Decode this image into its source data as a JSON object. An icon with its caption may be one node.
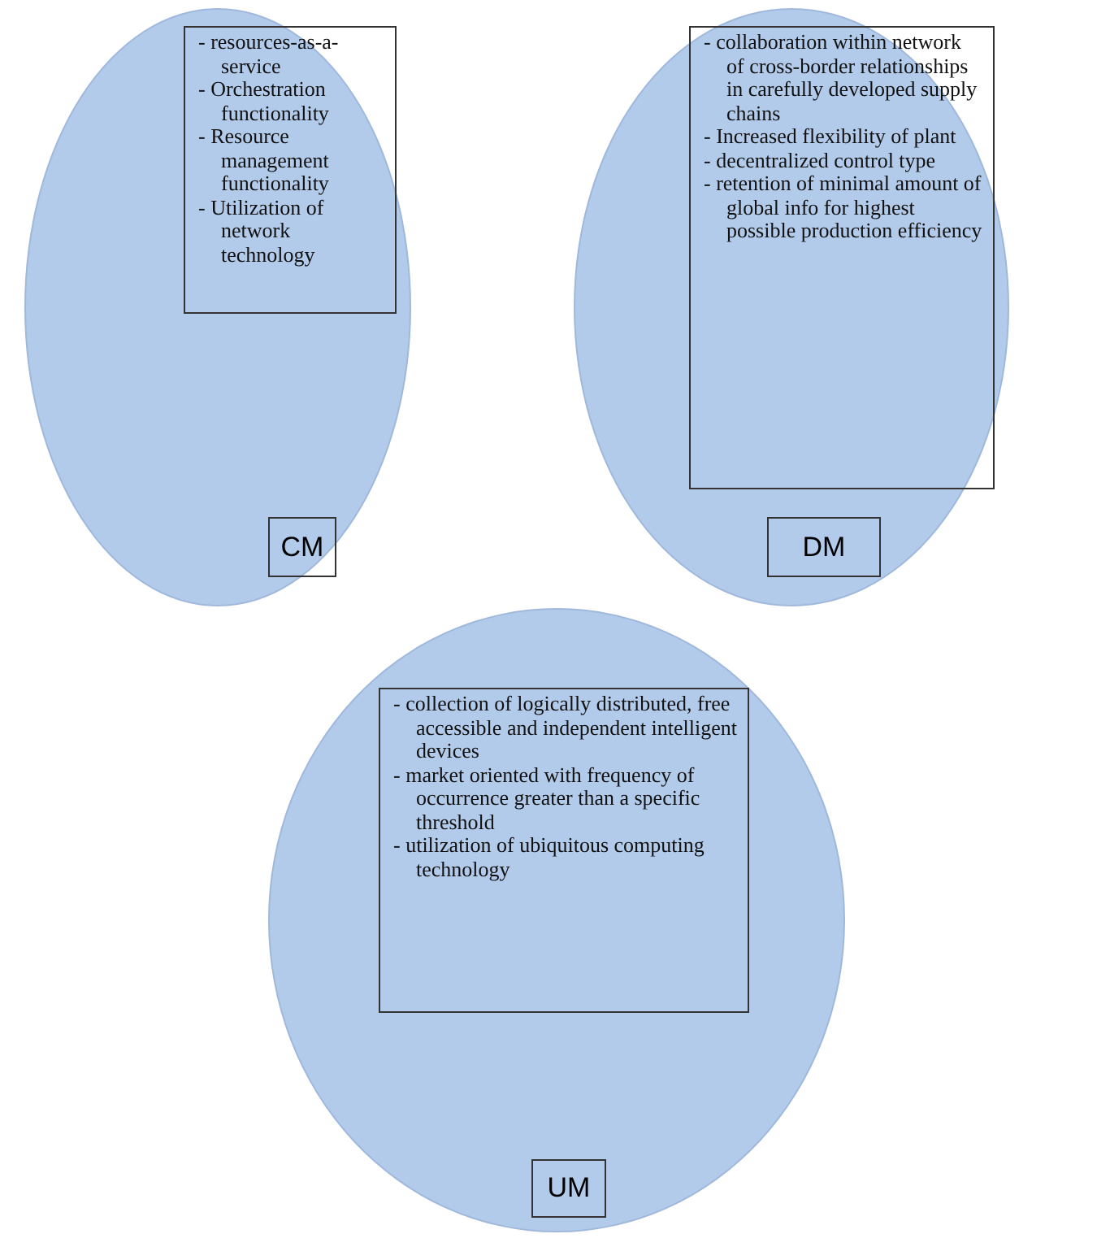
{
  "diagram": {
    "nodes": [
      {
        "text": [],
        "shape": "circle"
      },
      {
        "text": [
          "- resources-as-a-service",
          "- Orchestration functionality",
          "- Resource management functionality",
          "- Utilization of network technology"
        ],
        "in": 0
      },
      {
        "text": [
          "CM"
        ],
        "in": 0
      },
      {
        "text": [],
        "shape": "circle"
      },
      {
        "text": [
          "- collaboration within network of cross-border relationships in carefully developed supply chains",
          "- Increased flexibility of plant",
          "- decentralized control type",
          "- retention of minimal amount of global info for highest possible production efficiency"
        ],
        "in": 3
      },
      {
        "text": [
          "DM"
        ],
        "in": 3
      },
      {
        "text": [],
        "shape": "circle"
      },
      {
        "text": [
          "- collection of logically distributed, free accessible and independent intelligent devices",
          "- market oriented with frequency of occurrence greater than a specific threshold",
          "- utilization of ubiquitous computing technology"
        ],
        "in": 6
      },
      {
        "text": [
          "UM"
        ],
        "in": 6
      }
    ],
    "edges": []
  }
}
